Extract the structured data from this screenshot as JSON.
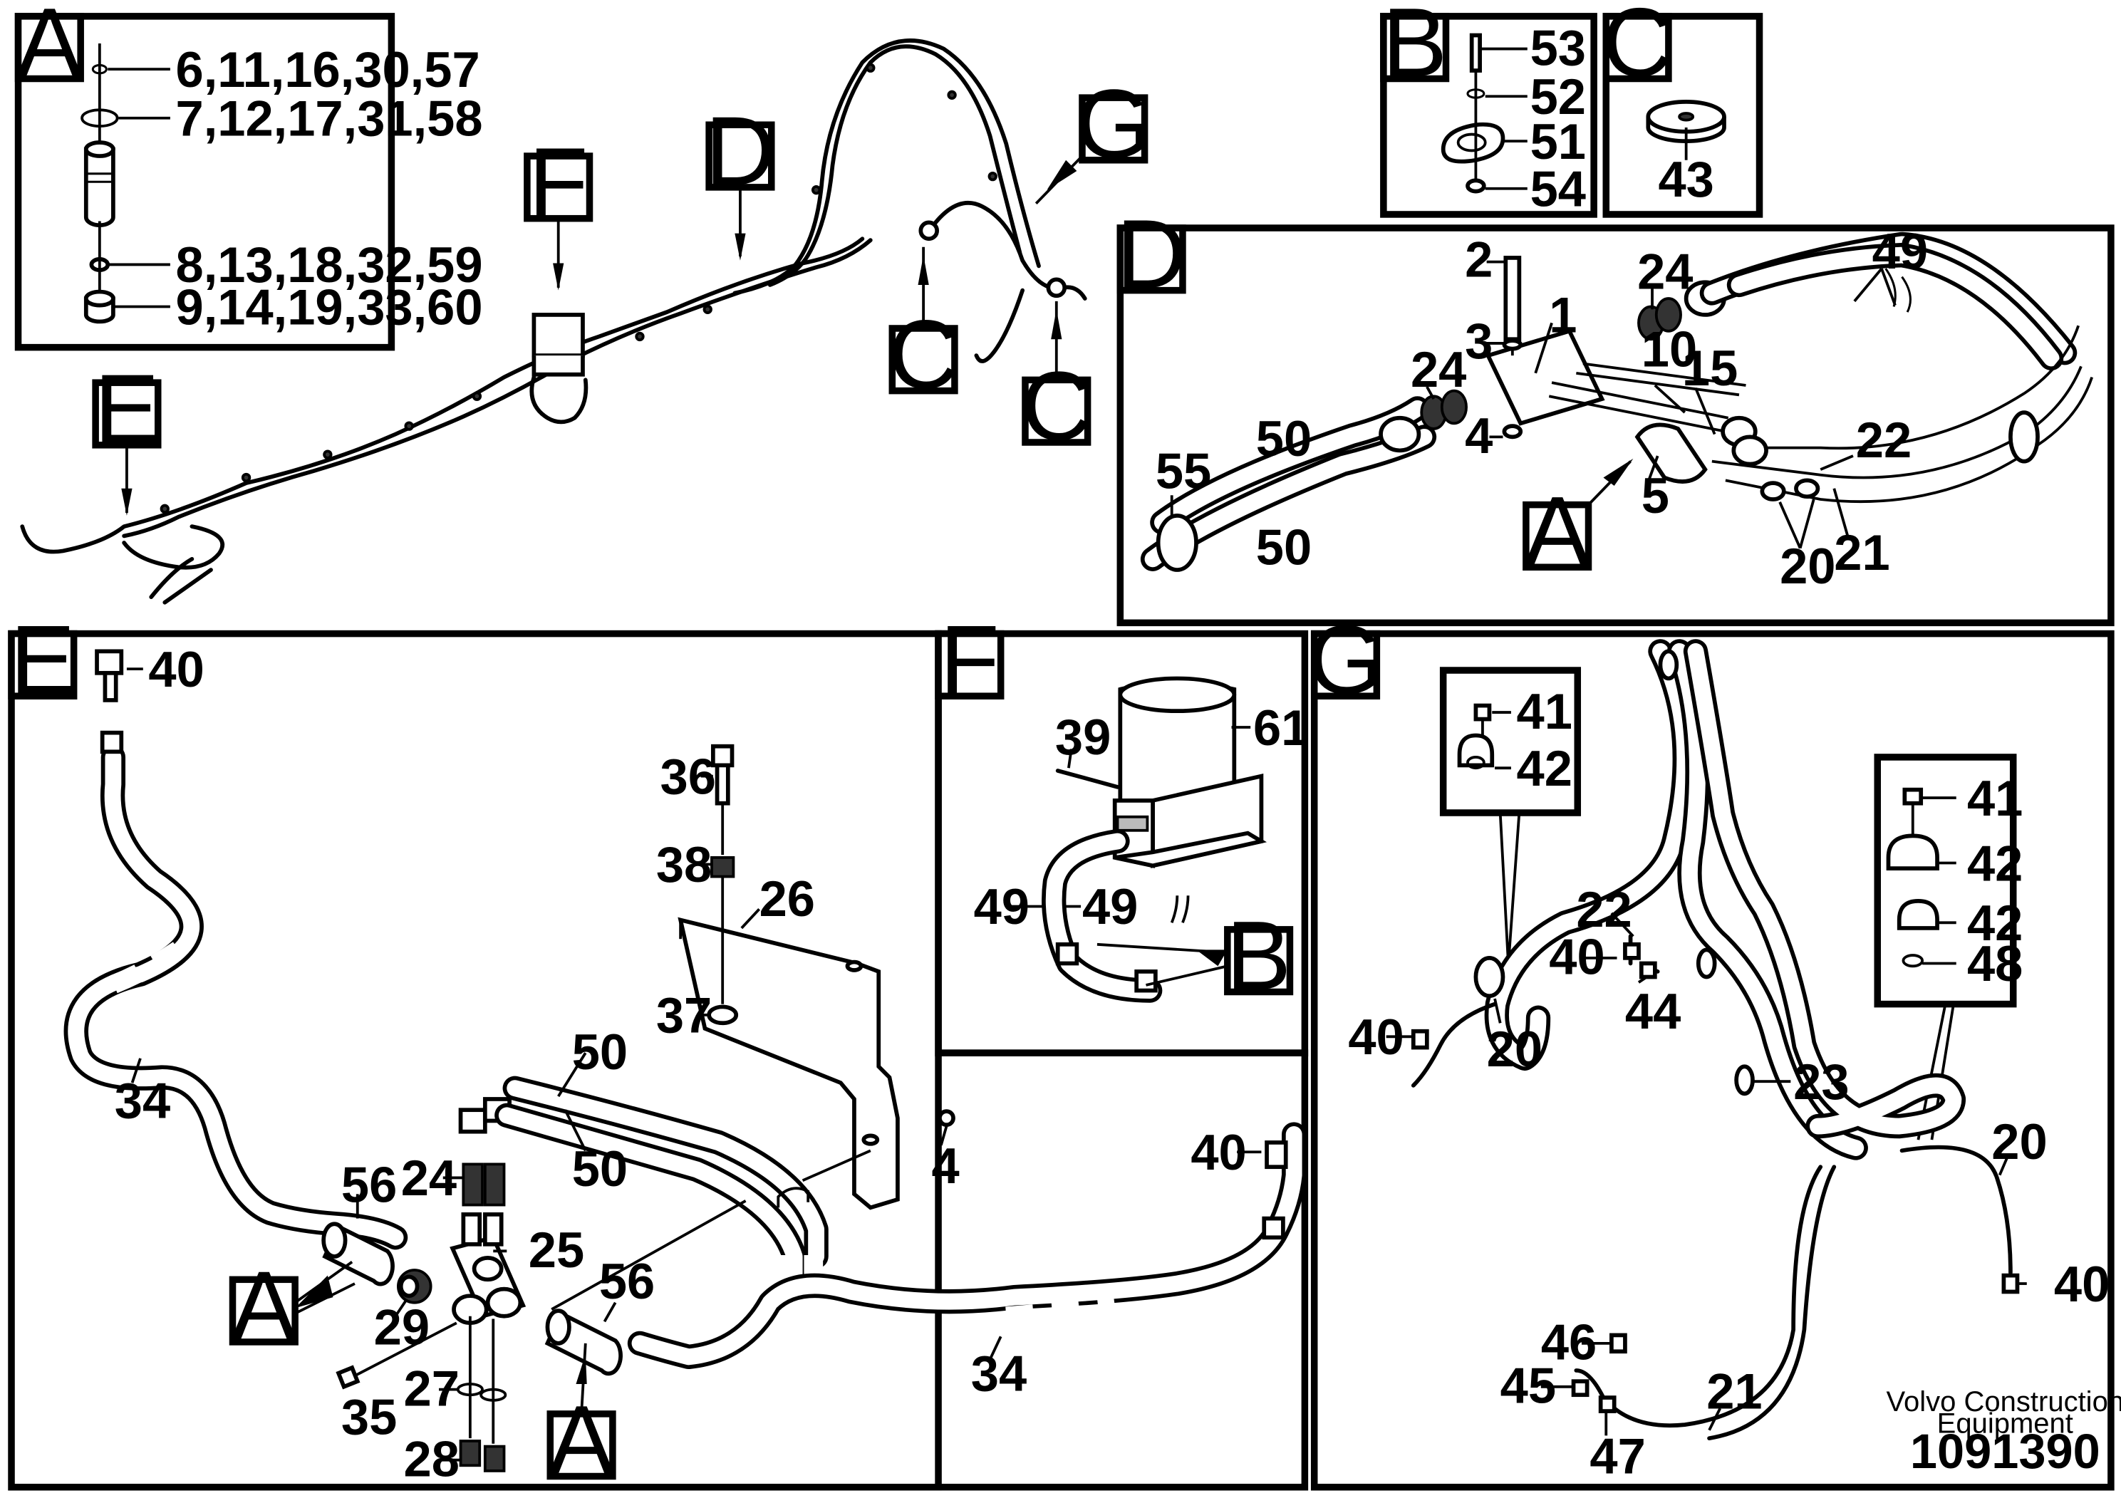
{
  "detail_letters": {
    "A": "A",
    "B": "B",
    "C": "C",
    "D": "D",
    "E": "E",
    "F": "F",
    "G": "G"
  },
  "panel_A_labels": [
    "6,11,16,30,57",
    "7,12,17,31,58",
    "8,13,18,32,59",
    "9,14,19,33,60"
  ],
  "panel_B_labels": [
    "53",
    "52",
    "51",
    "54"
  ],
  "panel_C_labels": [
    "43"
  ],
  "panel_D_labels": {
    "p2": "2",
    "p3": "3",
    "p1": "1",
    "p24a": "24",
    "p24b": "24",
    "p49": "49",
    "p10": "10",
    "p15": "15",
    "p4": "4",
    "p50a": "50",
    "p50b": "50",
    "p55": "55",
    "p5": "5",
    "p22": "22",
    "p20": "20",
    "p21": "21"
  },
  "panel_E_labels": {
    "p40a": "40",
    "p36": "36",
    "p38": "38",
    "p26": "26",
    "p37": "37",
    "p50a": "50",
    "p50b": "50",
    "p4": "4",
    "p40b": "40",
    "p34a": "34",
    "p56a": "56",
    "p24": "24",
    "p25": "25",
    "p29": "29",
    "p56b": "56",
    "p35": "35",
    "p27": "27",
    "p28": "28",
    "p34b": "34"
  },
  "panel_F_labels": {
    "p61": "61",
    "p39": "39",
    "p49a": "49",
    "p49b": "49"
  },
  "panel_G_labels": {
    "p41a": "41",
    "p42a": "42",
    "p41b": "41",
    "p42b": "42",
    "p42c": "42",
    "p48": "48",
    "p22": "22",
    "p40a": "40",
    "p44": "44",
    "p40b": "40",
    "p20a": "20",
    "p23": "23",
    "p20b": "20",
    "p40c": "40",
    "p46": "46",
    "p45": "45",
    "p21": "21",
    "p47": "47"
  },
  "footer": {
    "brand_line1": "Volvo Construction",
    "brand_line2": "Equipment",
    "document_number": "1091390"
  }
}
